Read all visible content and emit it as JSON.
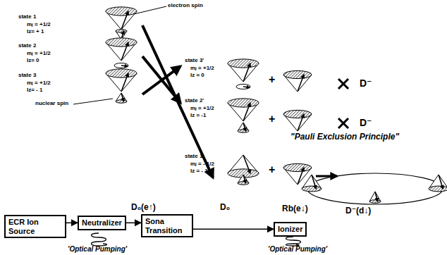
{
  "diagram": {
    "nodes": [
      {
        "text": [
          "ECR Ion Source"
        ]
      },
      {
        "text": [
          "Neutralizer"
        ]
      },
      {
        "text": [
          "Sona Transition"
        ]
      },
      {
        "text": [
          "Ionizer"
        ]
      }
    ],
    "edges": [
      {
        "from": 0,
        "to": 1,
        "arrow": "to"
      },
      {
        "from": 1,
        "to": 2,
        "arrow": "to"
      },
      {
        "from": 2,
        "to": 3,
        "arrow": "to"
      }
    ],
    "labels": [
      "electron spin",
      "state 1",
      "mⱼ = +1/2",
      "Iz= + 1",
      "state 2",
      "mⱼ = +1/2",
      "Iz= 0",
      "state 3",
      "mⱼ = +1/2",
      "Iz= - 1",
      "nuclear spin",
      "state 3'",
      "mⱼ = +1/2",
      "Iz = 0",
      "state 2'",
      "mⱼ = +1/2",
      "Iz = -1",
      "state 1'",
      "mⱼ = - 1/2",
      "Iz = - 1",
      "+",
      "+",
      "+",
      "D⁻",
      "D⁻",
      "\"Pauli Exclusion Principle\"",
      "D₀(e↑)",
      "D₀",
      "Rb(e↓)",
      "D⁻(d↓)",
      "'Optical Pumping'",
      "'Optical Pumping'"
    ]
  }
}
